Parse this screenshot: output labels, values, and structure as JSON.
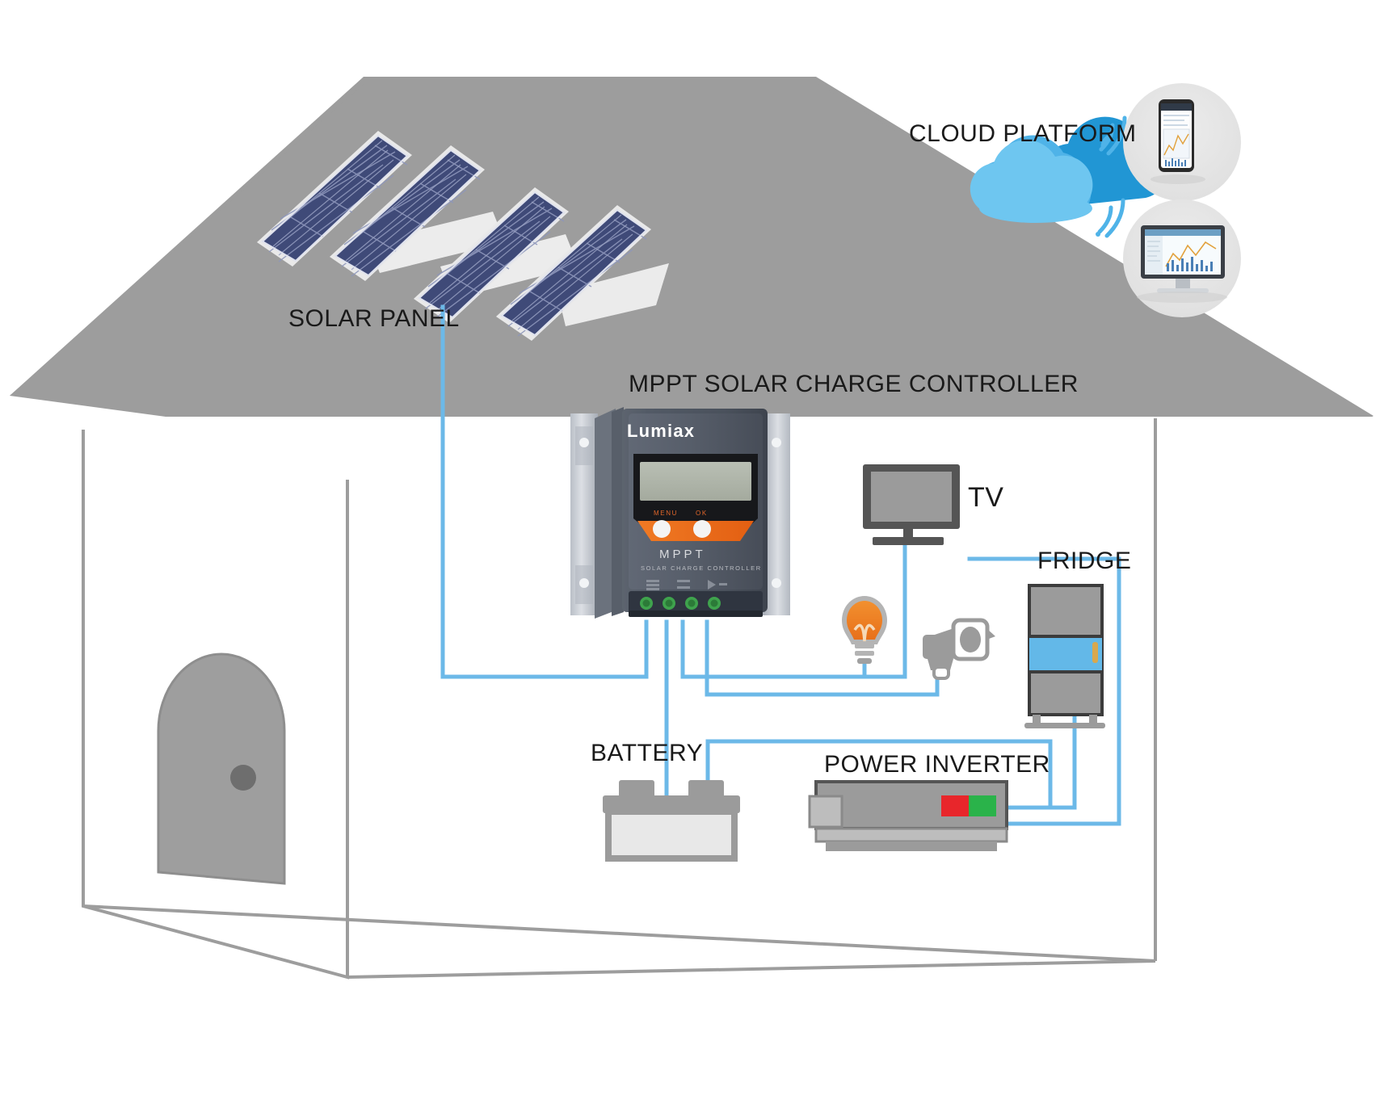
{
  "diagram": {
    "title": "Off-grid solar power system schematic",
    "background": "#ffffff"
  },
  "labels": {
    "solar_panel": "SOLAR PANEL",
    "cloud_platform": "CLOUD PLATFORM",
    "mppt_controller": "MPPT SOLAR CHARGE CONTROLLER",
    "tv": "TV",
    "fridge": "FRIDGE",
    "battery": "BATTERY",
    "power_inverter": "POWER INVERTER"
  },
  "controller": {
    "brand": "Lumiax",
    "model_line1": "MPPT",
    "model_line2": "SOLAR CHARGE CONTROLLER",
    "buttons": [
      {
        "label": "MENU",
        "name": "menu-button"
      },
      {
        "label": "OK",
        "name": "ok-button"
      }
    ],
    "accent_color": "#ef6c1a",
    "body_color": "#4a515c",
    "bracket_color": "#c6cbd2",
    "terminal_color": "#2f3540",
    "screw_color": "#3fa34d"
  },
  "icons": {
    "cloud": "cloud-icon",
    "wifi_top": "wifi-signal-icon",
    "wifi_bottom": "wifi-signal-icon",
    "phone": "smartphone-icon",
    "monitor": "desktop-monitor-icon",
    "tv": "television-icon",
    "bulb": "light-bulb-icon",
    "camera": "security-camera-icon",
    "fridge": "refrigerator-icon",
    "battery": "car-battery-icon",
    "inverter": "power-inverter-icon",
    "door": "door-icon",
    "door_knob": "door-knob-icon",
    "solar_array": "solar-panel-array-icon"
  },
  "colors": {
    "wire": "#6cb9e8",
    "cloud_light": "#6ec6f0",
    "cloud_mid": "#4fb3e8",
    "cloud_dark": "#2196d4",
    "house_roof": "#9d9d9d",
    "house_wall_stroke": "#9d9d9d",
    "panel_blue": "#47538a",
    "panel_dark": "#3a456f",
    "panel_frame": "#e8e8e8",
    "appliance_gray": "#9b9b9b",
    "appliance_dark": "#555555",
    "fridge_accent": "#63b8e8",
    "bulb_orange": "#ef8022",
    "inverter_red": "#e8262b",
    "inverter_green": "#2ab34a",
    "circle_bg": "#e3e3e3",
    "label_text": "#1a1a1a"
  },
  "solar_array": {
    "panels": [
      {
        "name": "panel-1",
        "rows": 6,
        "cols": 4
      },
      {
        "name": "panel-2",
        "rows": 6,
        "cols": 4
      },
      {
        "name": "panel-3",
        "rows": 6,
        "cols": 4
      },
      {
        "name": "panel-4",
        "rows": 6,
        "cols": 4
      }
    ]
  },
  "wiring": {
    "connections": [
      "solar-panel to controller PV input",
      "controller load output to TV",
      "controller load output to light bulb",
      "controller load output to security camera",
      "controller battery terminal to battery",
      "battery to power inverter",
      "power inverter to fridge"
    ]
  },
  "cloud_devices": [
    {
      "name": "smartphone-monitor",
      "label": ""
    },
    {
      "name": "desktop-monitor",
      "label": ""
    }
  ]
}
